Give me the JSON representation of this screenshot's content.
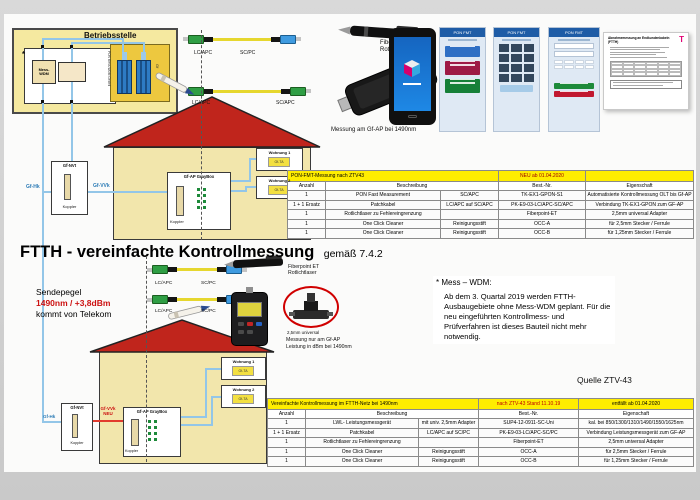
{
  "betriebsstelle": {
    "title": "Betriebsstelle",
    "star": "*",
    "mess_wdm": "Mess-WDM",
    "rack_text": "PON Mess-WDM Gestell",
    "gf_label": "Gf"
  },
  "connectors": {
    "lc_apc": "LC/APC",
    "sc_pc": "SC/PC",
    "sc_apc": "SC/APC"
  },
  "fiberpoint": {
    "line1": "Fiberpoint ET",
    "line2": "Rotlichtlaser"
  },
  "captions": {
    "messung_gfap": "Messung am Gf-AP bei 1490nm",
    "messung_nur_1": "Messung nur am Gf-AP",
    "messung_nur_2": "Leistung in dBm bei 1490nm",
    "adapter": "2,5mm universal",
    "quelle": "Quelle ZTV-43"
  },
  "headline": {
    "main": "FTTH - vereinfachte Kontrollmessung",
    "suffix": "gemäß 7.4.2"
  },
  "sendepegel": {
    "l1": "Sendepegel",
    "l2": "1490nm / +3,8dBm",
    "l3": "kommt von Telekom"
  },
  "note": {
    "title": "* Mess – WDM:",
    "body": "Ab dem 3. Quartal 2019 werden FTTH-Ausbaugebiete ohne Mess-WDM geplant. Für die neu eingeführten Kontrollmess- und Prüfverfahren ist dieses Bauteil nicht mehr notwendig."
  },
  "house": {
    "wohnung1": "Wohnung 1",
    "wohnung2": "Wohnung 2",
    "gf_ta": "Gf-TA",
    "gf_ap": "Gf-AP GrayBox",
    "koppler": "Koppler",
    "gf_nvt": "Gf-NVt",
    "gf_hk": "Gf-Hk",
    "gf_vvk": "Gf-VVk",
    "gf_vvk_neu": "Gf-VVk NEU"
  },
  "app": {
    "header": "PON FMT"
  },
  "doc": {
    "title": "Abnahmemessung an Endkundenkabeln (FTTH)",
    "logo": "T"
  },
  "table1": {
    "title": "PON-FMT-Messung nach ZTV43",
    "right_header": "NEU ab 01.04.2020",
    "col_anzahl": "Anzahl",
    "col_beschreibung": "Beschreibung",
    "col_bestnr": "Best.-Nr.",
    "col_eigenschaft": "Eigenschaft",
    "rows": [
      [
        "1",
        "PON Fast Measurement",
        "SC/APC",
        "TK-EX1-GPON-S1",
        "Automatisierte Kontrollmessung OLT bis Gf-AP"
      ],
      [
        "1 + 1 Ersatz",
        "Patchkabel",
        "LC/APC auf SC/APC",
        "PK-E9-03-LC/APC-SC/APC",
        "Verbindung TK-EX1-GPON zum GF-AP"
      ],
      [
        "1",
        "Rotlichtlaser zu Fehlereingrenzung",
        "",
        "Fiberpoint-ET",
        "2,5mm universal Adapter"
      ],
      [
        "1",
        "One Click Cleaner",
        "Reinigungsstift",
        "OCC-A",
        "für 2,5mm Stecker / Ferrule"
      ],
      [
        "1",
        "One Click Cleaner",
        "Reinigungsstift",
        "OCC-B",
        "für 1,25mm Stecker / Ferrule"
      ]
    ]
  },
  "table2": {
    "title": "Vereinfachte Kontrollmessung im FTTH-Netz bei 1490nm",
    "mid_header": "nach ZTV-43 Stand 11.10.19",
    "right_header": "entfällt ab 01.04.2020",
    "col_anzahl": "Anzahl",
    "col_beschreibung": "Beschreibung",
    "col_bestnr": "Best.-Nr.",
    "col_eigenschaft": "Eigenschaft",
    "rows": [
      [
        "1",
        "LWL- Leistungsmessgerät",
        "mit univ. 2,5mm Adapter",
        "SUP4-12-0911-SC-Uni",
        "kal. bei 850/1300/1310/1490/1550/1625nm"
      ],
      [
        "1 + 1 Ersatz",
        "Patchkabel",
        "LC/APC auf SC/PC",
        "PK-E9-03-LC/APC-SC/PC",
        "Verbindung Leistungsmessgerät zum GF-AP"
      ],
      [
        "1",
        "Rotlichtlaser zu Fehlereingrenzung",
        "",
        "Fiberpoint-ET",
        "2,5mm universal Adapter"
      ],
      [
        "1",
        "One Click Cleaner",
        "Reinigungsstift",
        "OCC-A",
        "für 2,5mm Stecker / Ferrule"
      ],
      [
        "1",
        "One Click Cleaner",
        "Reinigungsstift",
        "OCC-B",
        "für 1,25mm Stecker / Ferrule"
      ]
    ]
  }
}
